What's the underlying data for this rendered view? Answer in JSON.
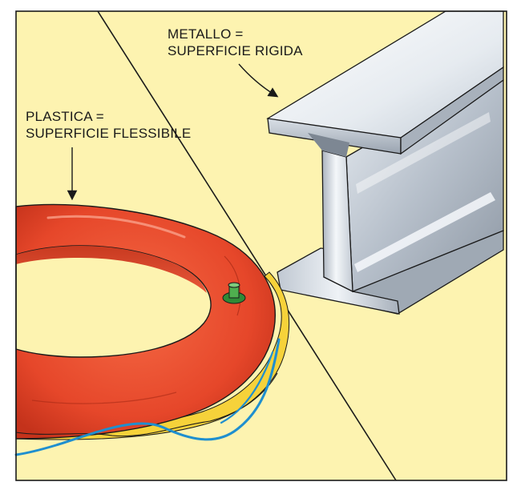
{
  "labels": {
    "metal": {
      "line1": "METALLO =",
      "line2": "SUPERFICIE RIGIDA"
    },
    "plastic": {
      "line1": "PLASTICA =",
      "line2": "SUPERFICIE FLESSIBILE"
    }
  },
  "colors": {
    "background": "#fdf3b0",
    "frame": "#1a1a1a",
    "metal_light": "#f2f5f8",
    "metal_mid": "#c9d1da",
    "metal_dark": "#8e98a4",
    "ring_red": "#e84a2c",
    "ring_shadow": "#c8321c",
    "ring_yellow": "#f6d23a",
    "rope_blue": "#1f8fcf",
    "valve_green": "#3a9a3a"
  },
  "icons": {
    "metal_arrow": "arrow-down-right-icon",
    "plastic_arrow": "arrow-down-icon"
  }
}
